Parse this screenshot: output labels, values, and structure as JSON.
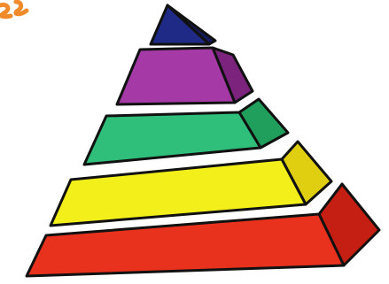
{
  "artwork": {
    "subject": "pyramid",
    "style": "watercolor-and-ink",
    "levels": [
      {
        "name": "apex",
        "front_color": "#1f2a86",
        "side_color": "#141b5c"
      },
      {
        "name": "level-2",
        "front_color": "#a53aa6",
        "side_color": "#7c237d"
      },
      {
        "name": "level-3",
        "front_color": "#2fbf7a",
        "side_color": "#1f9e5c"
      },
      {
        "name": "level-4",
        "front_color": "#f2ef1a",
        "side_color": "#e0cf10"
      },
      {
        "name": "base",
        "front_color": "#e8321e",
        "side_color": "#c51e12"
      }
    ],
    "outline_color": "#111111",
    "corner_mark_color": "#f08a2a"
  }
}
